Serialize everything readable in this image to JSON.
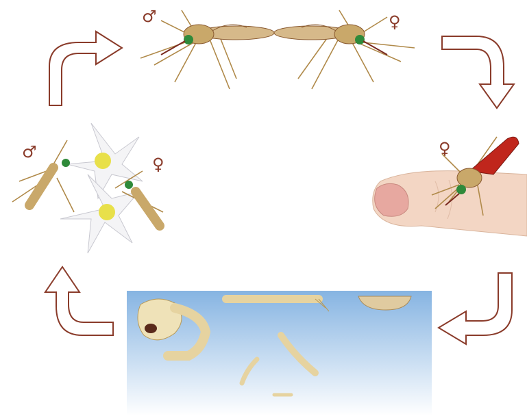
{
  "diagram": {
    "symbols": {
      "male": "♂",
      "female": "♀"
    },
    "stages": [
      {
        "id": "mating",
        "icon": "mating-mosquitoes-illustration"
      },
      {
        "id": "blood-meal",
        "icon": "feeding-mosquito-on-finger-illustration"
      },
      {
        "id": "aquatic",
        "icon": "water-larvae-pupa-eggs-illustration"
      },
      {
        "id": "nectar-feeding",
        "icon": "mosquitoes-on-flowers-illustration"
      }
    ],
    "colors": {
      "arrow_stroke": "#8a3b2a",
      "water_top": "#86b4e2",
      "water_bottom": "#ffffff",
      "mosquito_body": "#c9a86a",
      "blood": "#c0261c",
      "eye": "#2f8a3a"
    }
  }
}
